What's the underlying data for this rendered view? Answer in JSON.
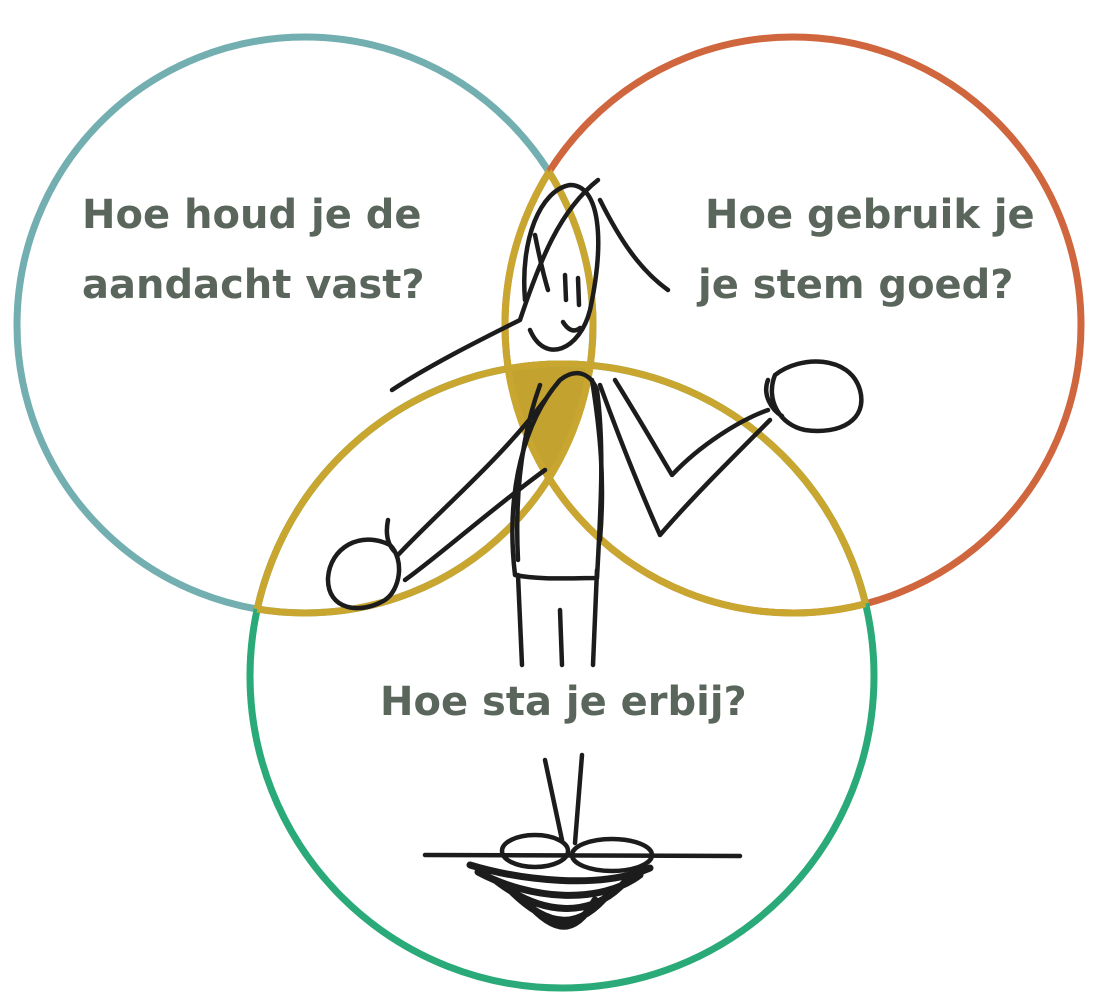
{
  "diagram": {
    "colors": {
      "left_circle": "#73aeb0",
      "right_circle": "#d0663d",
      "bottom_circle": "#2aaa78",
      "center_lens": "#c9a630",
      "center_fill": "#c4a22f",
      "text": "#5a665c",
      "ink": "#1c1c1c"
    },
    "labels": {
      "left": [
        "Hoe houd je de",
        "aandacht vast?"
      ],
      "right": [
        "Hoe gebruik je",
        "je stem goed?"
      ],
      "bottom": "Hoe sta je erbij?"
    },
    "figure_icon": "standing-person-sketch"
  }
}
